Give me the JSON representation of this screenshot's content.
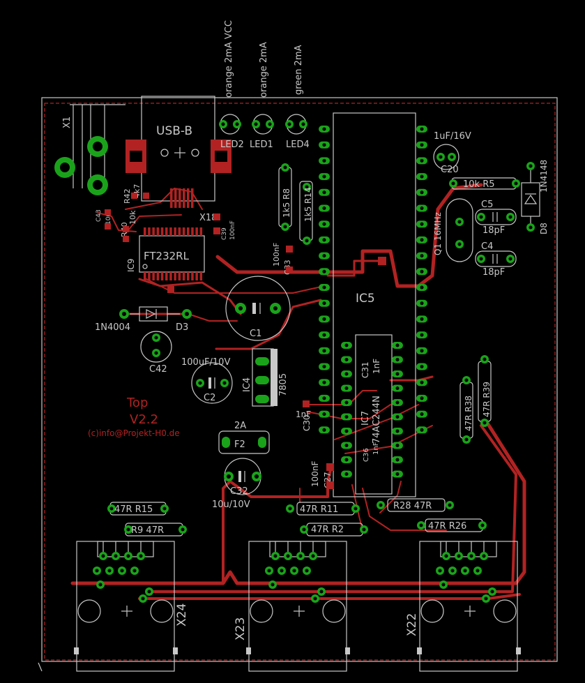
{
  "board": {
    "colors": {
      "background": "#000000",
      "silk": "#c8c8c8",
      "copper_top": "#b22222",
      "pad": "#1aa31a"
    },
    "labels": {
      "x1": "X1",
      "usb": "USB-B",
      "led2_desc": "orange 2mA VCC",
      "led1_desc": "orange 2mA",
      "led4_desc": "green 2mA",
      "led2": "LED2",
      "led1": "LED1",
      "led4": "LED4",
      "r42": "R42",
      "r42v": "4k7",
      "c43": "C43",
      "c43v": "100n",
      "r40": "R40",
      "r40v": "10k",
      "x18": "X18",
      "c39": "C39",
      "c39v": "100nF",
      "ft": "FT232RL",
      "ic9": "IC9",
      "r8": "1k5 R8",
      "r14": "1k5 R14",
      "c33": "C33",
      "c33v": "100nF",
      "ic5": "IC5",
      "c20v": "1uF/16V",
      "c20": "C20",
      "r5": "10k R5",
      "d8v": "1N4148",
      "d8": "D8",
      "q1": "Q1 16MHz",
      "c5": "C5",
      "c5v": "18pF",
      "c4": "C4",
      "c4v": "18pF",
      "d3v": "1N4004",
      "d3": "D3",
      "c1": "C1",
      "c42": "C42",
      "c2v": "100uF/10V",
      "c2": "C2",
      "ic4": "IC4",
      "ic4v": "7805",
      "c31": "C31",
      "c31v": "1nF",
      "ic7": "IC7",
      "ic7v": "74AC244N",
      "c30": "C30",
      "c30v": "1nF",
      "c36": "C36",
      "c36v": "1nF",
      "r38": "47R R38",
      "r39": "47R R39",
      "top": "Top",
      "ver": "V2.2",
      "copy": "(c)info@Projekt-H0.de",
      "f2v": "2A",
      "f2": "F2",
      "c32": "C32",
      "c32v": "10u/10V",
      "c27": "C27",
      "c27v": "100nF",
      "r15": "47R R15",
      "r9": "R9 47R",
      "r11": "47R R11",
      "r2": "47R R2",
      "r28": "R28 47R",
      "r26": "47R R26",
      "x24": "X24",
      "x23": "X23",
      "x22": "X22"
    }
  }
}
